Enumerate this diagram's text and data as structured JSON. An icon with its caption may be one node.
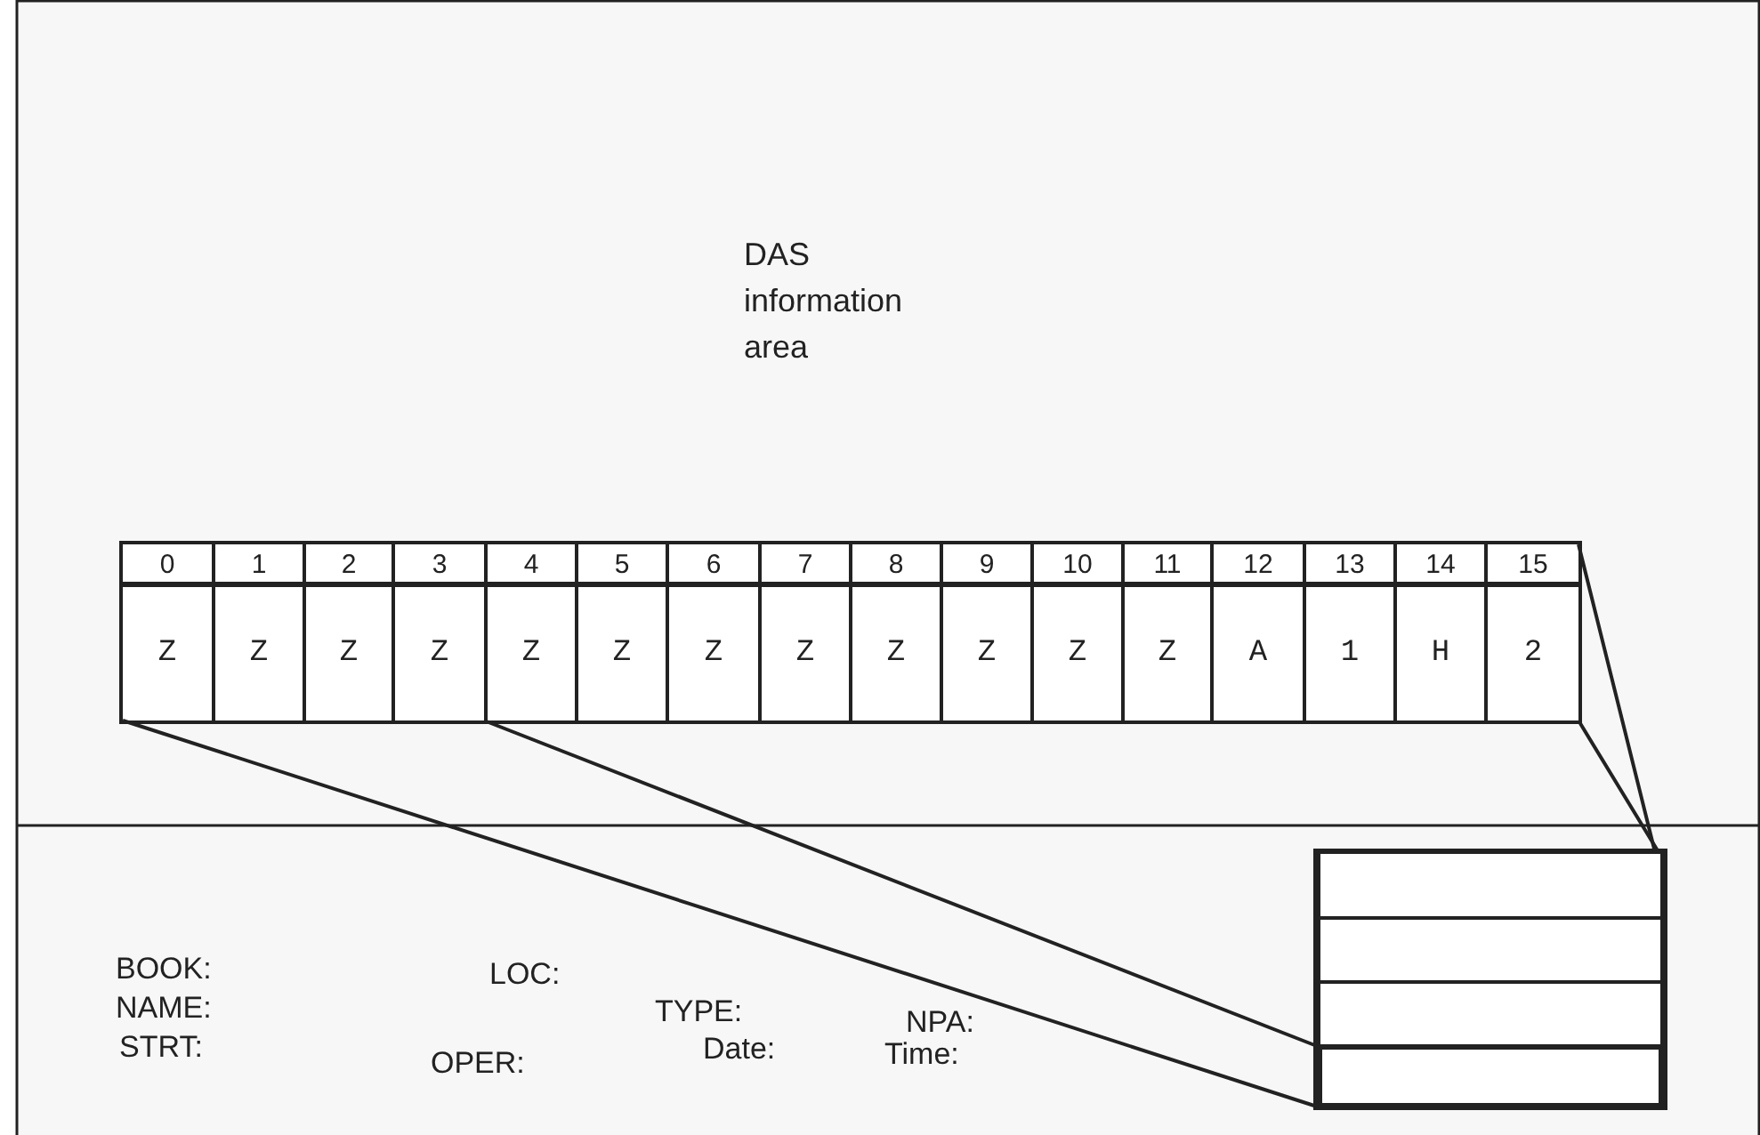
{
  "diagram": {
    "nodes": [
      {
        "text": [],
        "shape": "box"
      },
      {
        "text": [
          "0",
          "Z"
        ],
        "in": 0
      },
      {
        "text": [
          "1",
          "Z"
        ],
        "in": 0
      },
      {
        "text": [
          "2",
          "Z"
        ],
        "in": 0
      },
      {
        "text": [
          "3",
          "Z"
        ],
        "in": 0
      },
      {
        "text": [
          "4",
          "Z"
        ],
        "in": 0
      },
      {
        "text": [
          "5",
          "Z"
        ],
        "in": 0
      },
      {
        "text": [
          "6",
          "Z"
        ],
        "in": 0
      },
      {
        "text": [
          "7",
          "Z"
        ],
        "in": 0
      },
      {
        "text": [
          "8",
          "Z"
        ],
        "in": 0
      },
      {
        "text": [
          "9",
          "Z"
        ],
        "in": 0
      },
      {
        "text": [
          "10",
          "Z"
        ],
        "in": 0
      },
      {
        "text": [
          "11",
          "Z"
        ],
        "in": 0
      },
      {
        "text": [
          "12",
          "A"
        ],
        "in": 0
      },
      {
        "text": [
          "13",
          "1"
        ],
        "in": 0
      },
      {
        "text": [
          "14",
          "H"
        ],
        "in": 0
      },
      {
        "text": [
          "15",
          "2"
        ],
        "in": 0
      },
      {
        "text": [],
        "shape": "box"
      },
      {
        "text": [],
        "shape": "box",
        "in": 17
      },
      {
        "text": [],
        "shape": "box",
        "in": 17
      },
      {
        "text": [],
        "shape": "box",
        "in": 17
      },
      {
        "text": [],
        "shape": "box",
        "in": 17
      }
    ],
    "edges": [
      {
        "from": 5,
        "to": 21,
        "arrow": "none"
      },
      {
        "from": 1,
        "to": 21,
        "arrow": "none"
      },
      {
        "from": 16,
        "to": 21,
        "arrow": "none"
      },
      {
        "from": 16,
        "to": 21,
        "arrow": "none"
      }
    ],
    "labels": [
      "DAS information area",
      "BOOK:",
      "LOC:",
      "NAME:",
      "TYPE:",
      "NPA:",
      "STRT:",
      "OPER:",
      "Date:",
      "Time:"
    ]
  }
}
